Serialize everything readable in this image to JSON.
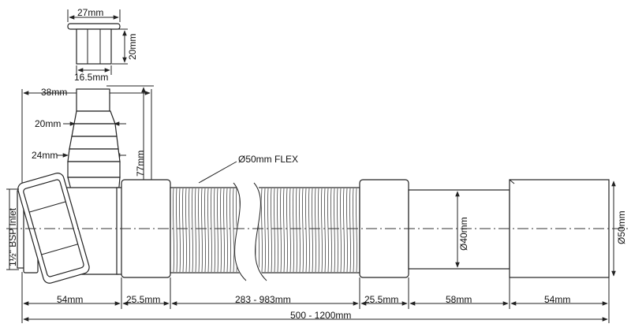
{
  "drawing": {
    "labels": {
      "plug_width": "27mm",
      "plug_height": "20mm",
      "plug_stem": "16.5mm",
      "spigot_length": "38mm",
      "spigot_mid": "20mm",
      "spigot_base": "24mm",
      "spigot_height": "77mm",
      "flex_label": "Ø50mm FLEX",
      "inlet": "1½\" BSP Inlet",
      "pipe_40": "Ø40mm",
      "pipe_50": "Ø50mm",
      "seg1": "54mm",
      "seg2": "25.5mm",
      "seg3": "283 - 983mm",
      "seg4": "25.5mm",
      "seg5": "58mm",
      "seg6": "54mm",
      "total": "500 - 1200mm"
    }
  }
}
